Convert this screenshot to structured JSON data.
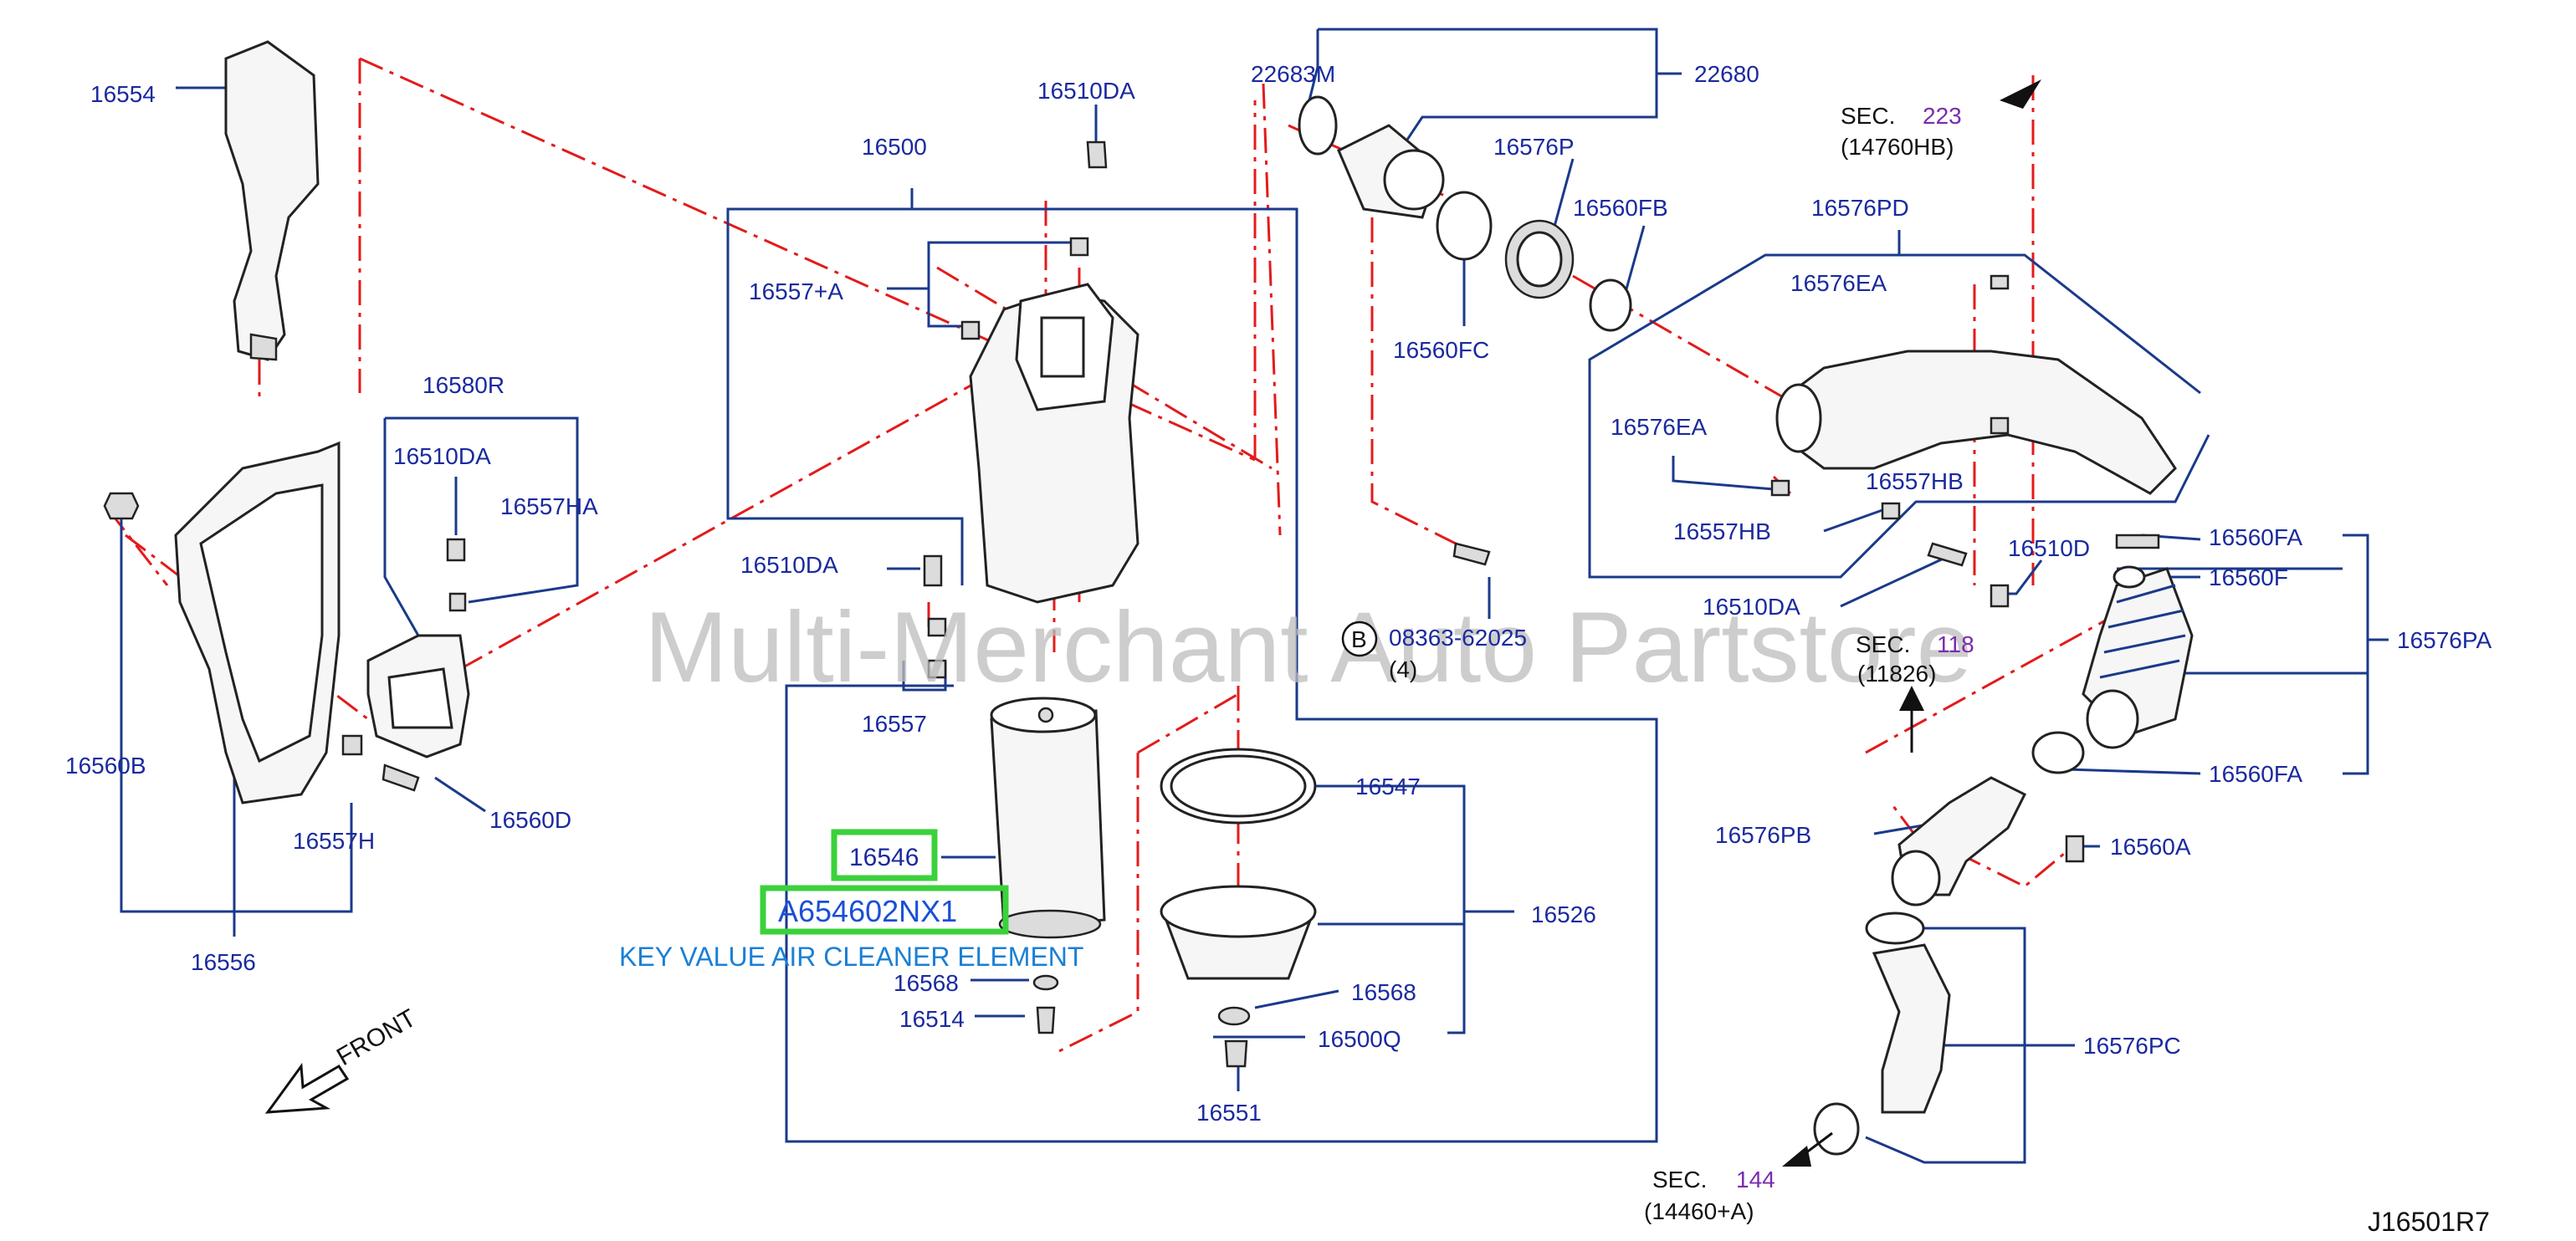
{
  "parts": {
    "p16554": "16554",
    "p16556": "16556",
    "p16560B": "16560B",
    "p16557H": "16557H",
    "p16560D": "16560D",
    "p16580R": "16580R",
    "p16510DA_a": "16510DA",
    "p16557HA": "16557HA",
    "p16500": "16500",
    "p16510DA_b": "16510DA",
    "p16557A": "16557+A",
    "p16510DA_c": "16510DA",
    "p16557": "16557",
    "p16546": "16546",
    "p16568_a": "16568",
    "p16514": "16514",
    "p16547": "16547",
    "p16526": "16526",
    "p16568_b": "16568",
    "p16500Q": "16500Q",
    "p16551": "16551",
    "p22683M": "22683M",
    "p22680": "22680",
    "p16576P": "16576P",
    "p16560FB": "16560FB",
    "p16560FC": "16560FC",
    "p08363": "08363-62025",
    "p08363_qty": "(4)",
    "circle_b": "B",
    "p16576PD": "16576PD",
    "p16576EA_a": "16576EA",
    "p16576EA_b": "16576EA",
    "p16557HB_a": "16557HB",
    "p16557HB_b": "16557HB",
    "p16510DA_d": "16510DA",
    "p16510D": "16510D",
    "p16560FA_a": "16560FA",
    "p16560F": "16560F",
    "p16576PA": "16576PA",
    "p16560FA_b": "16560FA",
    "p16576PB": "16576PB",
    "p16560A": "16560A",
    "p16576PC": "16576PC"
  },
  "sections": {
    "sec223_label": "SEC.",
    "sec223_num": "223",
    "sec223_sub": "(14760HB)",
    "sec118_label": "SEC.",
    "sec118_num": "118",
    "sec118_sub": "(11826)",
    "sec144_label": "SEC.",
    "sec144_num": "144",
    "sec144_sub": "(14460+A)"
  },
  "highlight": {
    "part_number": "A654602NX1",
    "description": "KEY VALUE AIR CLEANER ELEMENT"
  },
  "front_label": "FRONT",
  "diagram_code": "J16501R7",
  "watermark": "Multi-Merchant Auto Partstore",
  "colors": {
    "label": "#1a2a9e",
    "section_number": "#7a2bb0",
    "dash_line": "#e31b1b",
    "highlight_box": "#3bd13b",
    "leader": "#1a3a8a"
  }
}
